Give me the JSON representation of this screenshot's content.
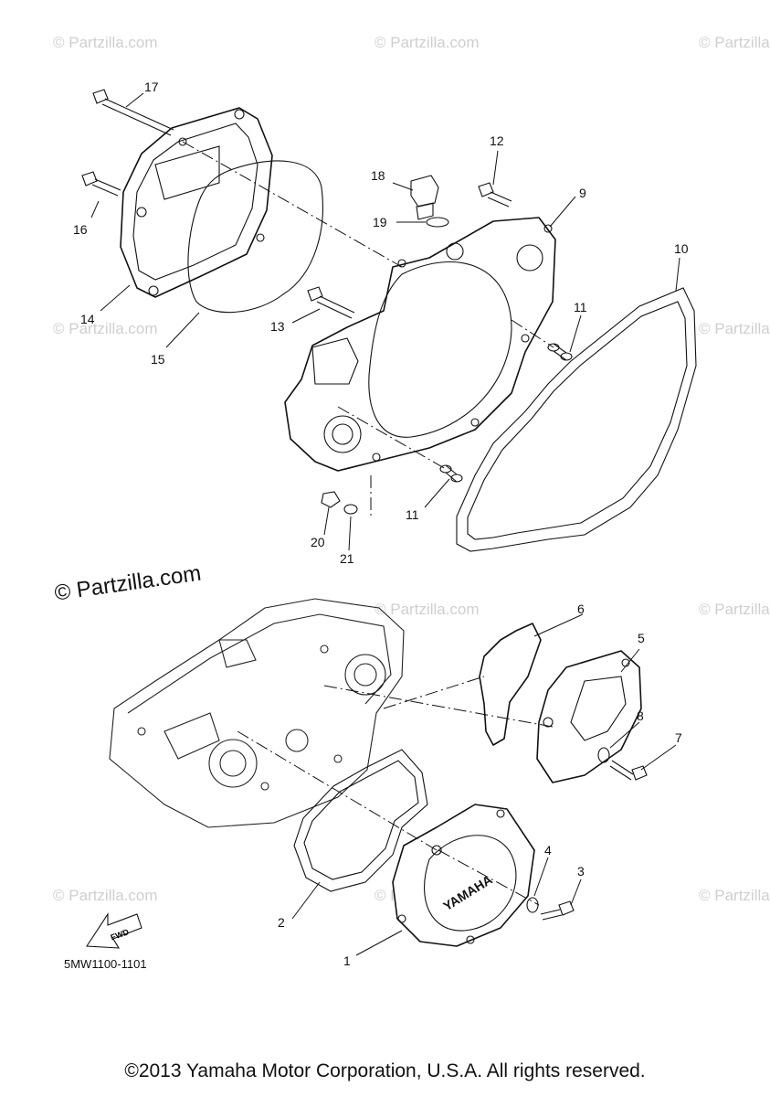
{
  "watermark": {
    "text": "© Partzilla.com",
    "main_text": "© Partzilla.com"
  },
  "callouts": {
    "c1": "1",
    "c2": "2",
    "c3": "3",
    "c4": "4",
    "c5": "5",
    "c6": "6",
    "c7": "7",
    "c8": "8",
    "c9": "9",
    "c10": "10",
    "c11a": "11",
    "c11b": "11",
    "c12": "12",
    "c13": "13",
    "c14": "14",
    "c15": "15",
    "c16": "16",
    "c17": "17",
    "c18": "18",
    "c19": "19",
    "c20": "20",
    "c21": "21"
  },
  "cover_brand": "YAMAHA",
  "fwd_label": "FWD",
  "diagram_code": "5MW1100-1101",
  "copyright": "©2013 Yamaha Motor Corporation, U.S.A. All rights reserved."
}
